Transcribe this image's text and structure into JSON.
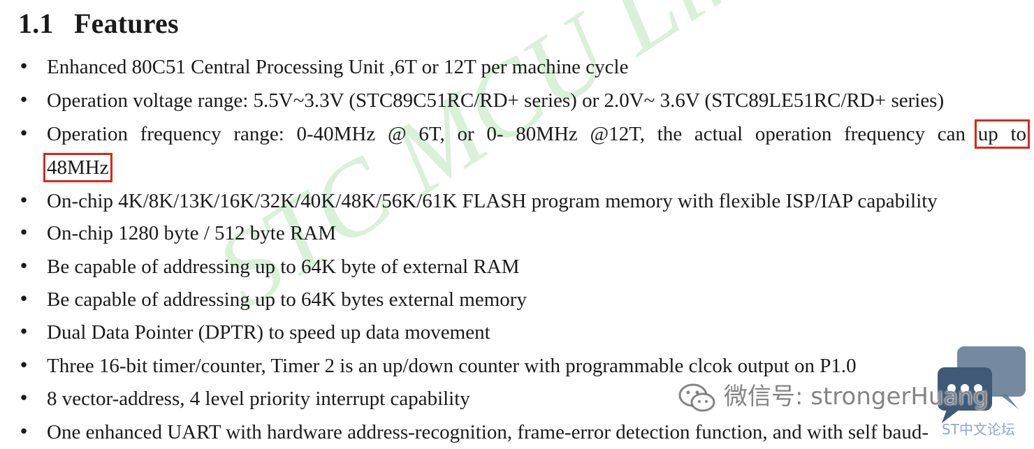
{
  "section": {
    "number": "1.1",
    "title": "Features"
  },
  "watermark": {
    "text": "STC MCU Limited."
  },
  "features": [
    {
      "text": "Enhanced 80C51 Central Processing Unit ,6T or 12T per machine cycle"
    },
    {
      "text": "Operation voltage range: 5.5V~3.3V (STC89C51RC/RD+ series) or 2.0V~ 3.6V (STC89LE51RC/RD+ series)"
    },
    {
      "text_before": "Operation frequency range: 0-40MHz @ 6T, or 0- 80MHz @12T, the actual operation frequency can",
      "highlight1": "up to",
      "highlight2": "48MHz"
    },
    {
      "text": "On-chip 4K/8K/13K/16K/32K/40K/48K/56K/61K FLASH program memory with flexible ISP/IAP capability"
    },
    {
      "text": "On-chip 1280 byte / 512 byte RAM"
    },
    {
      "text": "Be capable of addressing up to 64K byte of external RAM"
    },
    {
      "text": "Be capable of addressing up to 64K bytes external memory"
    },
    {
      "text": "Dual Data Pointer (DPTR) to speed up data movement"
    },
    {
      "text": "Three 16-bit timer/counter, Timer 2 is an up/down counter with programmable clcok output on P1.0"
    },
    {
      "text": "8 vector-address, 4 level priority interrupt capability"
    },
    {
      "text": "One enhanced UART with hardware address-recognition, frame-error detection function, and with self baud-"
    }
  ],
  "overlay": {
    "wechat_label": "微信号: strongerHuang",
    "forum_label": "ST中文论坛"
  },
  "colors": {
    "highlight_box": "#d9271c",
    "watermark": "#78c878",
    "chat_badge": "#3f5a76"
  }
}
